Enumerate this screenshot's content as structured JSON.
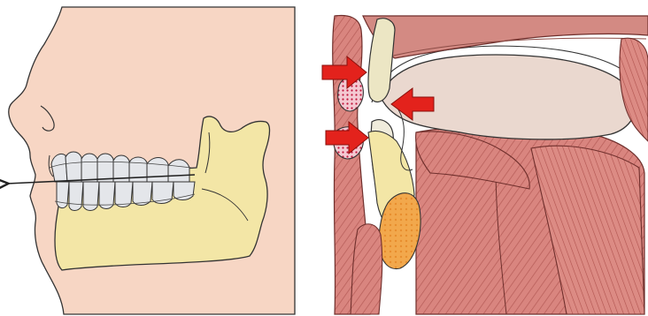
{
  "figure": {
    "panels": [
      {
        "id": "jaw-profile",
        "arrow_icon": "forward-arrow-icon"
      },
      {
        "id": "sagittal-section",
        "arrow_icon": "red-arrow-icon",
        "arrow_count": 3
      }
    ]
  },
  "colors": {
    "skin": "#f7d6c4",
    "bone": "#f3e6a6",
    "teeth": "#e4e6ea",
    "muscle": "#d9857f",
    "muscle_dark": "#b55b56",
    "gland": "#f0a54a",
    "tongue": "#ead8cf",
    "arrow_red": "#e3221c",
    "dots_red": "#c0163d"
  }
}
